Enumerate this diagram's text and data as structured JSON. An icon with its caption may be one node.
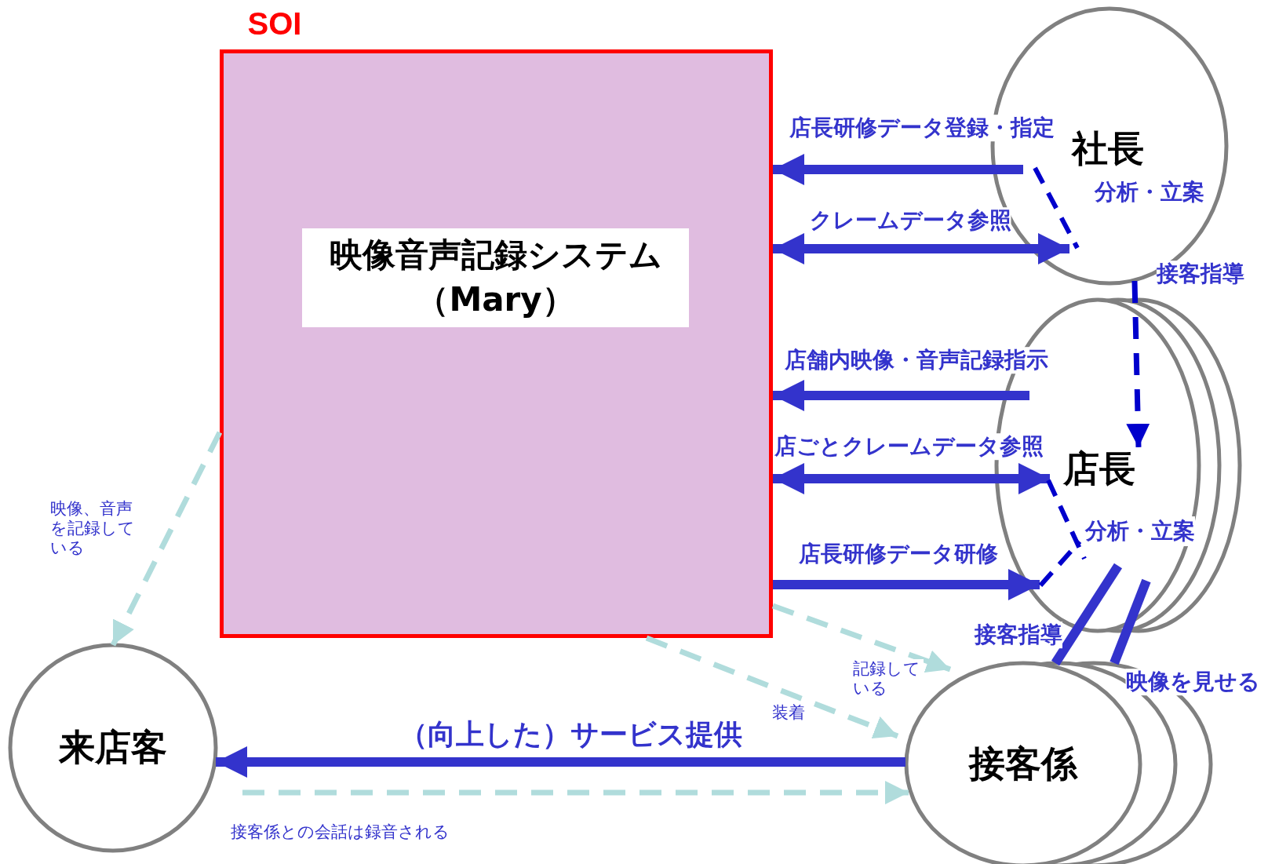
{
  "diagram": {
    "nodes": [
      {
        "text": [
          "SOI"
        ]
      },
      {
        "text": [
          "映像音声記録システム（Mary）"
        ],
        "in": 0
      },
      {
        "text": [
          "社長",
          "分析・立案"
        ]
      },
      {
        "text": [
          "店長",
          "分析・立案"
        ]
      },
      {
        "text": [
          "接客係"
        ]
      },
      {
        "text": [
          "来店客"
        ]
      }
    ],
    "edges": [
      {
        "from": 2,
        "to": 0,
        "arrow": "to",
        "label": "店長研修データ登録・指定"
      },
      {
        "from": 2,
        "to": 0,
        "arrow": "both",
        "label": "クレームデータ参照"
      },
      {
        "from": 2,
        "to": 3,
        "arrow": "to",
        "label": "接客指導",
        "style": "dashed",
        "color": "#0000cc"
      },
      {
        "from": 3,
        "to": 0,
        "arrow": "to",
        "label": "店舗内映像・音声記録指示"
      },
      {
        "from": 3,
        "to": 0,
        "arrow": "both",
        "label": "店ごとクレームデータ参照"
      },
      {
        "from": 0,
        "to": 3,
        "arrow": "to",
        "label": "店長研修データ研修"
      },
      {
        "from": 3,
        "to": 4,
        "arrow": "none",
        "label": "接客指導"
      },
      {
        "from": 3,
        "to": 4,
        "arrow": "none",
        "label": "映像を見せる"
      },
      {
        "from": 4,
        "to": 5,
        "arrow": "to",
        "label": "（向上した）サービス提供"
      },
      {
        "from": 0,
        "to": 5,
        "arrow": "to",
        "label": "映像、音声を記録している",
        "style": "dashed",
        "color": "#b0dcdc"
      },
      {
        "from": 0,
        "to": 4,
        "arrow": "to",
        "label": "記録している",
        "style": "dashed",
        "color": "#b0dcdc"
      },
      {
        "from": 0,
        "to": 4,
        "arrow": "to",
        "label": "装着",
        "style": "dashed",
        "color": "#b0dcdc"
      },
      {
        "from": 5,
        "to": 4,
        "arrow": "to",
        "label": "接客係との会話は録音される",
        "style": "dashed",
        "color": "#b0dcdc"
      }
    ]
  }
}
